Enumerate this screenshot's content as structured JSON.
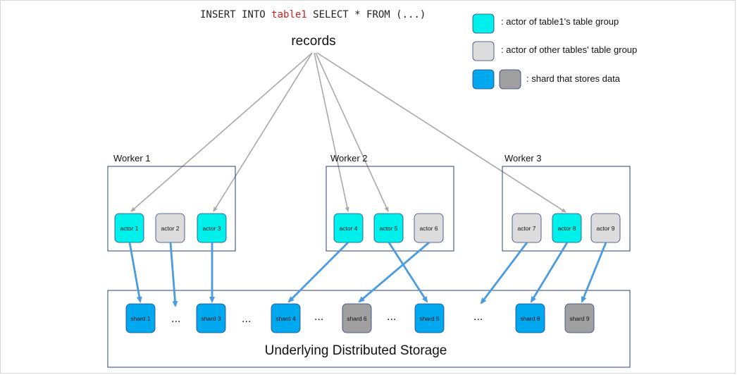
{
  "sql": {
    "prefix": "INSERT INTO ",
    "table": "table1",
    "suffix": " SELECT * FROM (...)"
  },
  "records_label": "records",
  "legend": {
    "table1_actor": ": actor of table1's table group",
    "other_actor": ": actor of other tables' table group",
    "shard": ": shard that stores data"
  },
  "workers": [
    {
      "label": "Worker 1",
      "actors": [
        "actor 1",
        "actor 2",
        "actor 3"
      ]
    },
    {
      "label": "Worker 2",
      "actors": [
        "actor 4",
        "actor 5",
        "actor 6"
      ]
    },
    {
      "label": "Worker 3",
      "actors": [
        "actor 7",
        "actor 8",
        "actor 9"
      ]
    }
  ],
  "actors": {
    "actor1": "actor 1",
    "actor2": "actor 2",
    "actor3": "actor 3",
    "actor4": "actor 4",
    "actor5": "actor 5",
    "actor6": "actor 6",
    "actor7": "actor 7",
    "actor8": "actor 8",
    "actor9": "actor 9"
  },
  "shards": {
    "shard1": "shard 1",
    "shard3": "shard 3",
    "shard4": "shard 4",
    "shard6": "shard 6",
    "shard5": "shard 5",
    "shard8": "shard 8",
    "shard9": "shard 9"
  },
  "ellipsis": "...",
  "storage_label": "Underlying Distributed Storage",
  "colors": {
    "table1_actor": "#00f0ec",
    "other_actor": "#dcdcdc",
    "shard_blue": "#00a8f0",
    "shard_gray": "#a0a0a0",
    "arrow_gray": "#a8a8a8",
    "arrow_blue": "#4a9be0",
    "box_border": "#2a3f7a",
    "sql_table": "#d02020"
  }
}
